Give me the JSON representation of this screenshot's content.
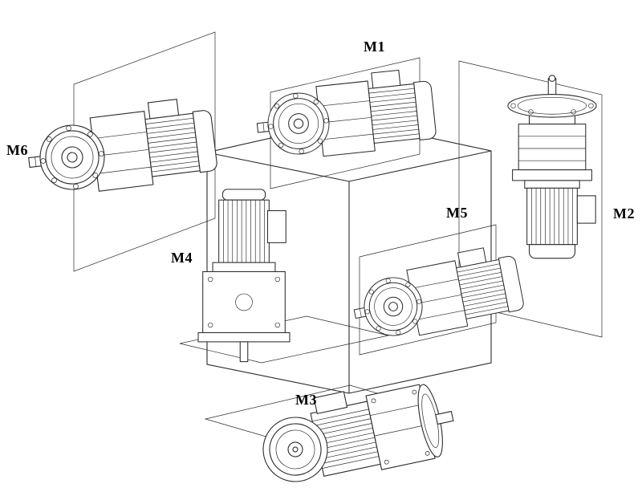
{
  "colors": {
    "background": "#ffffff",
    "line": "#2b2b2b",
    "label_text": "#000000"
  },
  "diagram": {
    "labels": [
      {
        "id": "M1",
        "text": "M1"
      },
      {
        "id": "M2",
        "text": "M2"
      },
      {
        "id": "M3",
        "text": "M3"
      },
      {
        "id": "M4",
        "text": "M4"
      },
      {
        "id": "M5",
        "text": "M5"
      },
      {
        "id": "M6",
        "text": "M6"
      }
    ]
  }
}
